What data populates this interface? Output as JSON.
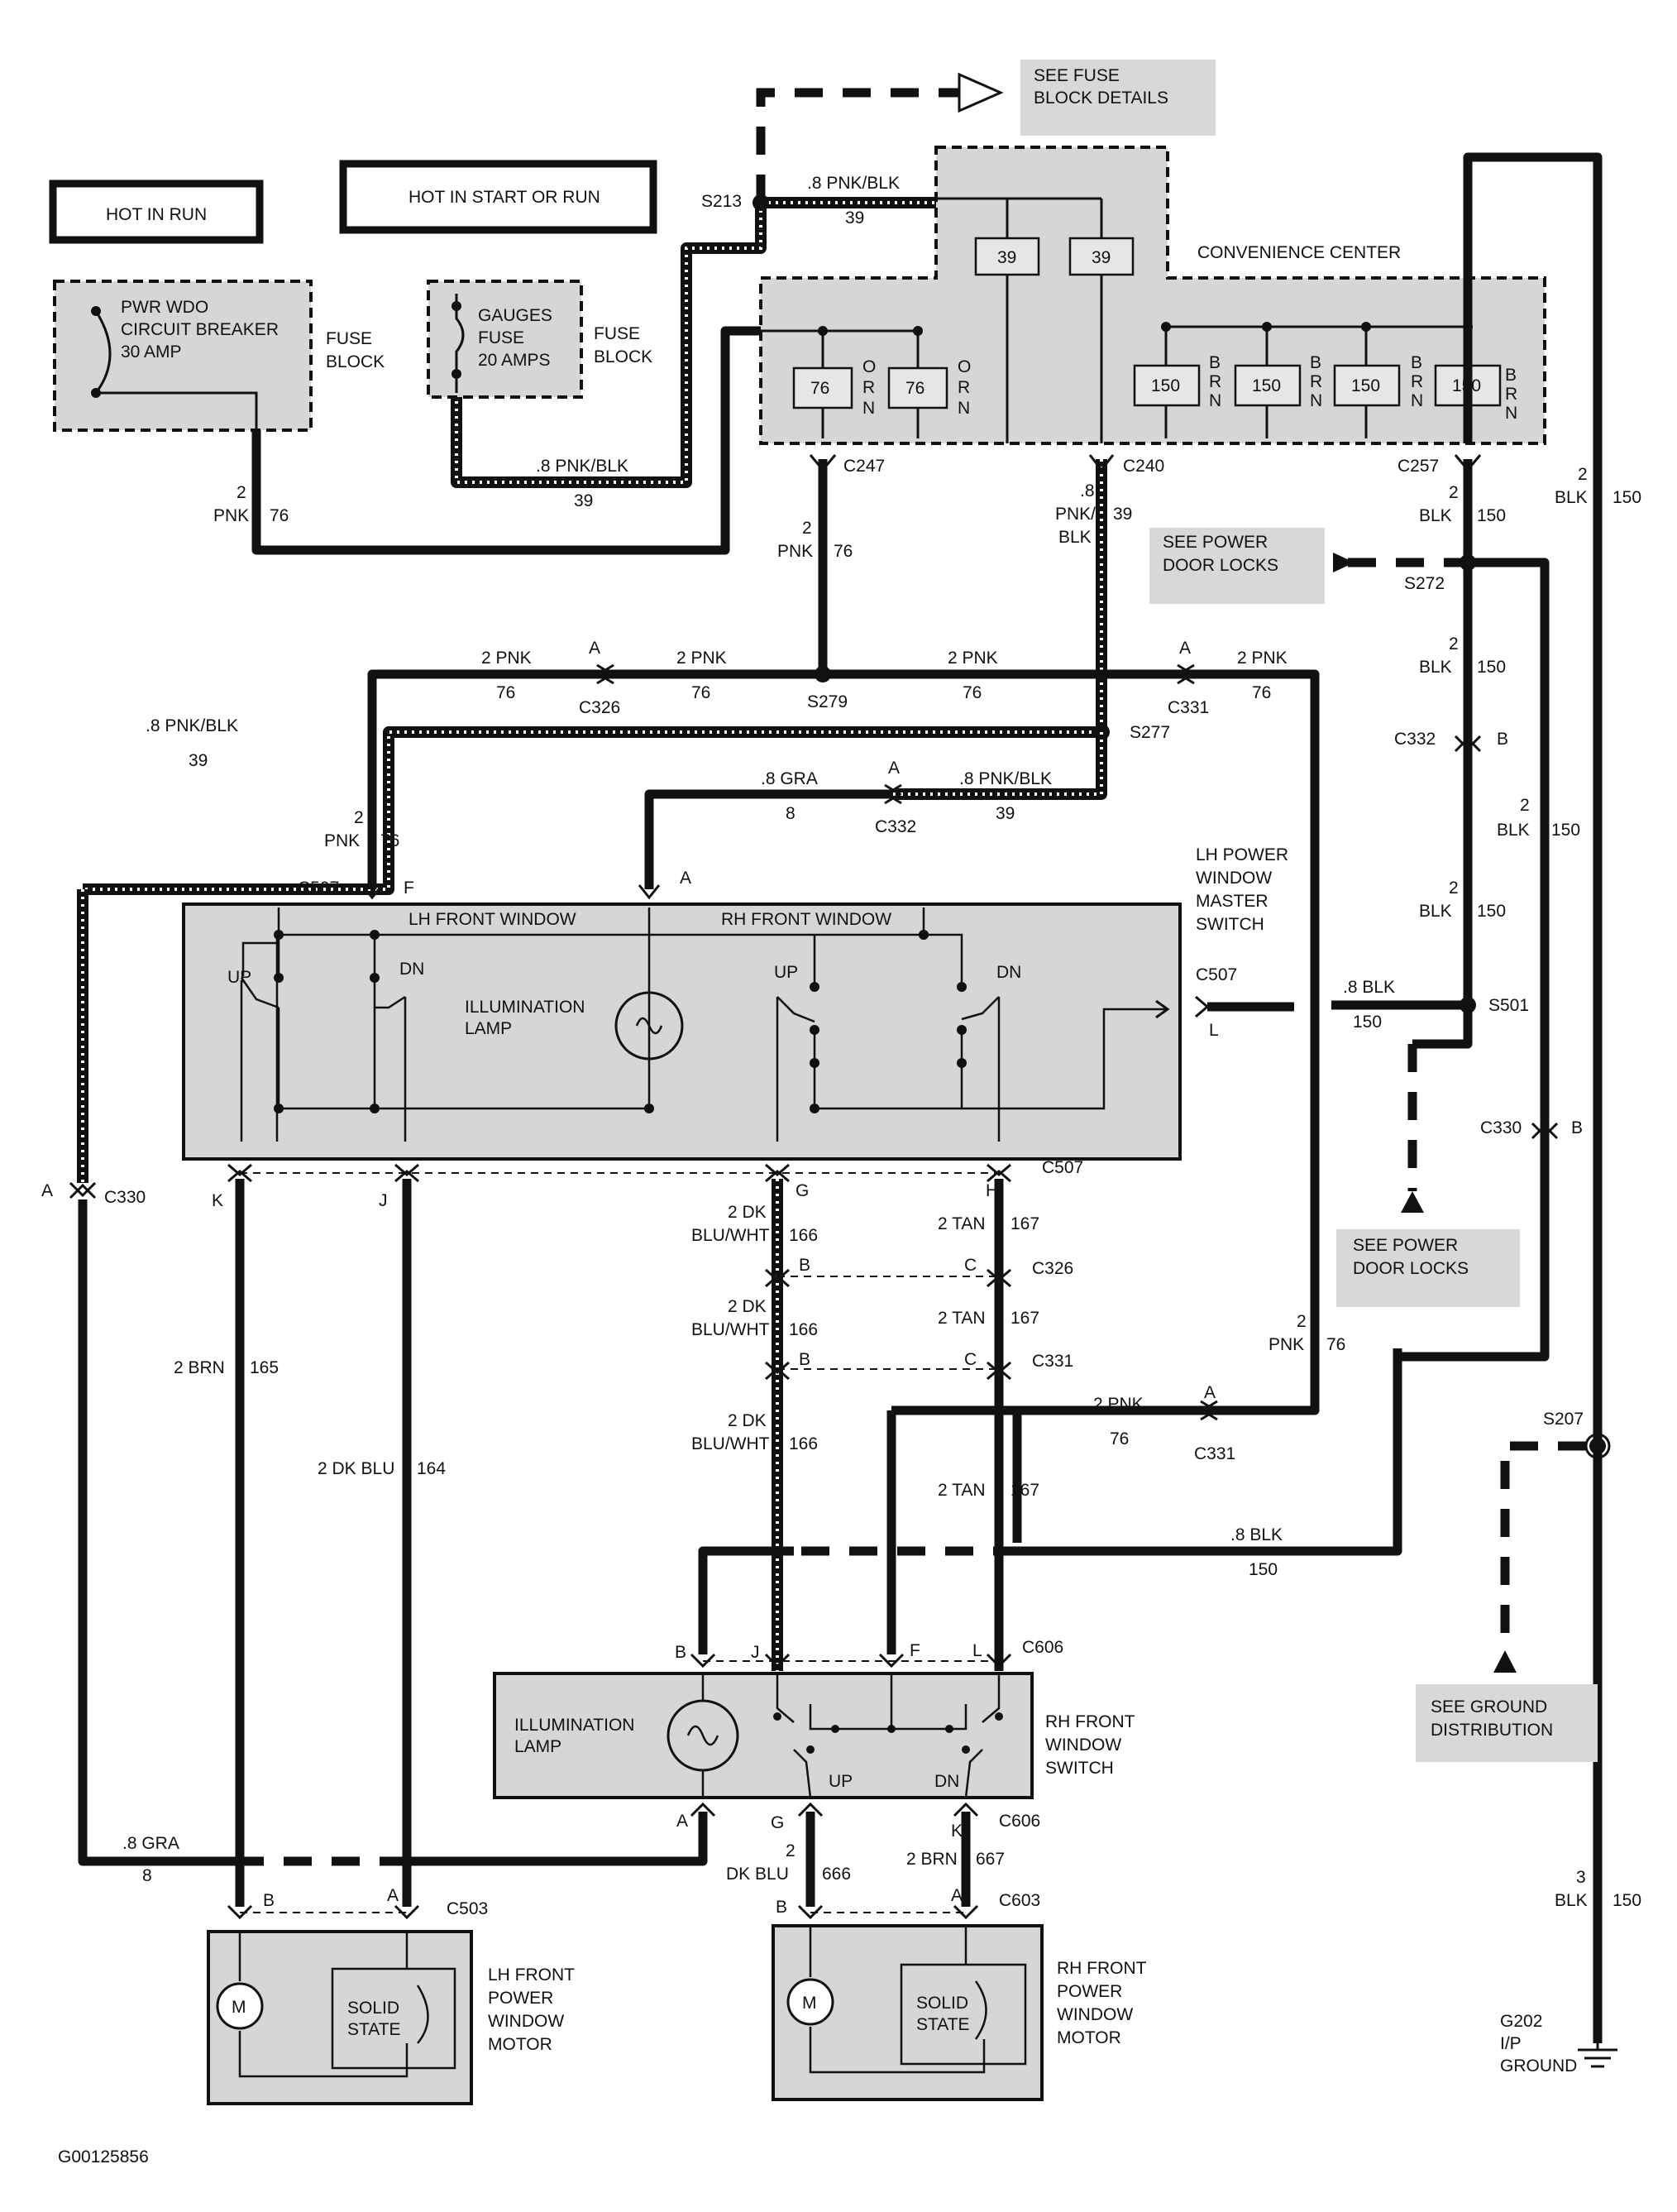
{
  "figure_id": "G00125856",
  "labels": {
    "hot_in_run": "HOT IN RUN",
    "hot_in_start_or_run": "HOT IN START OR RUN",
    "see_fuse_block_1": "SEE FUSE",
    "see_fuse_block_2": "BLOCK DETAILS",
    "convenience_center": "CONVENIENCE CENTER",
    "pwr_wdo_1": "PWR WDO",
    "pwr_wdo_2": "CIRCUIT BREAKER",
    "pwr_wdo_3": "30 AMP",
    "fuse_block_1": "FUSE",
    "fuse_block_2": "BLOCK",
    "gauges_1": "GAUGES",
    "gauges_2": "FUSE",
    "gauges_3": "20 AMPS",
    "see_pdl_1": "SEE POWER",
    "see_pdl_2": "DOOR LOCKS",
    "lh_master_1": "LH POWER",
    "lh_master_2": "WINDOW",
    "lh_master_3": "MASTER",
    "lh_master_4": "SWITCH",
    "lh_front_window": "LH FRONT WINDOW",
    "rh_front_window": "RH FRONT WINDOW",
    "illumination": "ILLUMINATION",
    "lamp": "LAMP",
    "up": "UP",
    "dn": "DN",
    "rh_switch_1": "RH FRONT",
    "rh_switch_2": "WINDOW",
    "rh_switch_3": "SWITCH",
    "see_ground_1": "SEE GROUND",
    "see_ground_2": "DISTRIBUTION",
    "lh_motor_1": "LH FRONT",
    "lh_motor_2": "POWER",
    "lh_motor_3": "WINDOW",
    "lh_motor_4": "MOTOR",
    "rh_motor_1": "RH FRONT",
    "rh_motor_2": "POWER",
    "rh_motor_3": "WINDOW",
    "rh_motor_4": "MOTOR",
    "solid": "SOLID",
    "state": "STATE",
    "motor_m": "M",
    "g202": "G202",
    "ip": "I/P",
    "ground": "GROUND",
    "o": "O",
    "r": "R",
    "n": "N",
    "b": "B"
  },
  "relays": {
    "r39": "39",
    "r76": "76",
    "r150": "150"
  },
  "splices": {
    "s213": "S213",
    "s272": "S272",
    "s277": "S277",
    "s279": "S279",
    "s501": "S501",
    "s207": "S207"
  },
  "connectors": {
    "c247": "C247",
    "c240": "C240",
    "c257": "C257",
    "c326": "C326",
    "c331": "C331",
    "c332": "C332",
    "c507": "C507",
    "c330": "C330",
    "c606": "C606",
    "c603": "C603",
    "c503": "C503"
  },
  "pins": {
    "a": "A",
    "b": "B",
    "c": "C",
    "f": "F",
    "g": "G",
    "h": "H",
    "j": "J",
    "k": "K",
    "l": "L"
  },
  "wires": {
    "pnk_blk_08": ".8 PNK/BLK",
    "c39": "39",
    "pnk_2": "2 PNK",
    "c76": "76",
    "two": "2",
    "pnk": "PNK",
    "blk": "BLK",
    "c150": "150",
    "dot8": ".8",
    "pnk_slash": "PNK/",
    "gra_08": ".8 GRA",
    "c8": "8",
    "blk_08": ".8 BLK",
    "dk": "2 DK",
    "bluwht": "BLU/WHT",
    "c166": "166",
    "tan_2": "2 TAN",
    "c167": "167",
    "brn_2": "2 BRN",
    "c165": "165",
    "dkblu_2": "2 DK BLU",
    "c164": "164",
    "dkblu": "DK BLU",
    "c666": "666",
    "c667": "667",
    "three": "3"
  }
}
